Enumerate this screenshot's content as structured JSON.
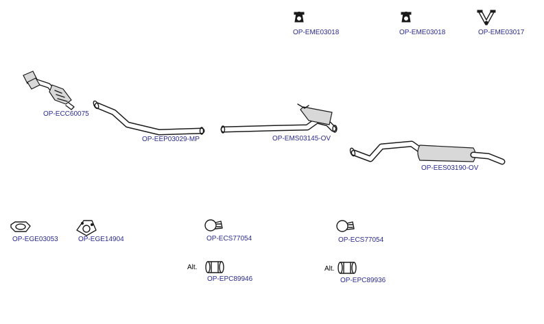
{
  "diagram": {
    "parts": [
      {
        "id": "hanger_1",
        "code": "OP-EME03018",
        "icon": "rubber-hanger-icon"
      },
      {
        "id": "hanger_2",
        "code": "OP-EME03018",
        "icon": "rubber-hanger-icon"
      },
      {
        "id": "hanger_3",
        "code": "OP-EME03017",
        "icon": "v-hanger-icon"
      },
      {
        "id": "catalytic_converter",
        "code": "OP-ECC60075",
        "icon": "catalytic-converter-icon"
      },
      {
        "id": "front_pipe",
        "code": "OP-EEP03029-MP",
        "icon": "front-pipe-icon"
      },
      {
        "id": "middle_silencer",
        "code": "OP-EMS03145-OV",
        "icon": "middle-silencer-icon"
      },
      {
        "id": "rear_silencer",
        "code": "OP-EES03190-OV",
        "icon": "rear-silencer-icon"
      },
      {
        "id": "gasket_1",
        "code": "OP-EGE03053",
        "icon": "gasket-icon"
      },
      {
        "id": "gasket_2",
        "code": "OP-EGE14904",
        "icon": "gasket-icon"
      },
      {
        "id": "clamp_1",
        "code": "OP-ECS77054",
        "icon": "clamp-icon"
      },
      {
        "id": "clamp_2",
        "code": "OP-ECS77054",
        "icon": "clamp-icon"
      },
      {
        "id": "connector_1",
        "code": "OP-EPC89946",
        "icon": "pipe-connector-icon",
        "alt_label": "Alt."
      },
      {
        "id": "connector_2",
        "code": "OP-EPC89936",
        "icon": "pipe-connector-icon",
        "alt_label": "Alt."
      }
    ],
    "colors": {
      "label": "#2a2a8c",
      "line": "#1a1a1a",
      "background": "#ffffff"
    }
  }
}
